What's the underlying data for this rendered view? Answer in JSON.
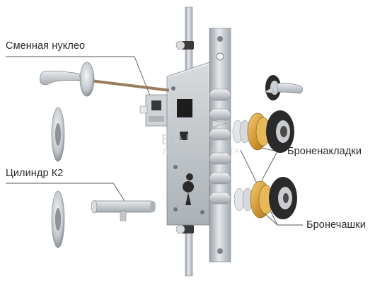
{
  "labels": {
    "nucleo": "Сменная нуклео",
    "cylinder": "Цилиндр К2",
    "armor_plates": "Броненакладки",
    "armor_cups": "Бронечашки"
  },
  "watermark": {
    "brand": "BARS",
    "subtitle": "ДВЕРНАЯ ЗАЩИТА"
  },
  "colors": {
    "steel": "#c9cdd2",
    "steel_dark": "#8e949b",
    "brass": "#d9a645",
    "black_plate": "#2a2a2a",
    "leader": "#555555"
  }
}
